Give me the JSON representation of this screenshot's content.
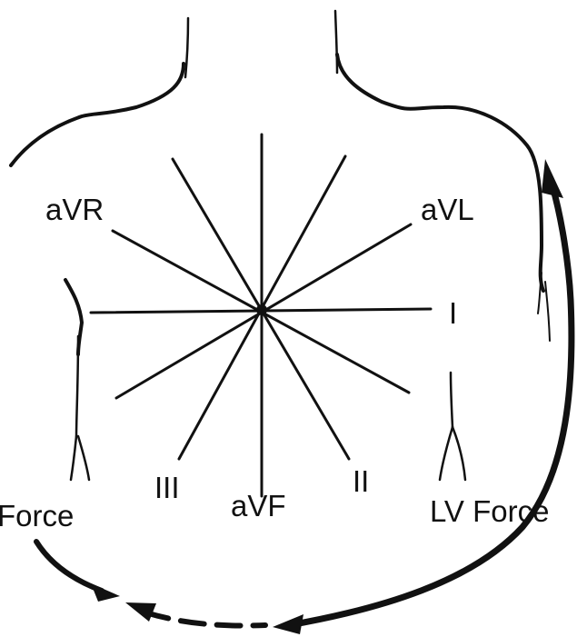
{
  "diagram": {
    "labels": {
      "avr": "aVR",
      "avl": "aVL",
      "lead_i": "I",
      "lead_ii": "II",
      "lead_iii": "III",
      "avf": "aVF",
      "rv_force": "Force",
      "lv_force": "LV Force"
    },
    "colors": {
      "ink": "#111111",
      "background": "#ffffff"
    }
  }
}
